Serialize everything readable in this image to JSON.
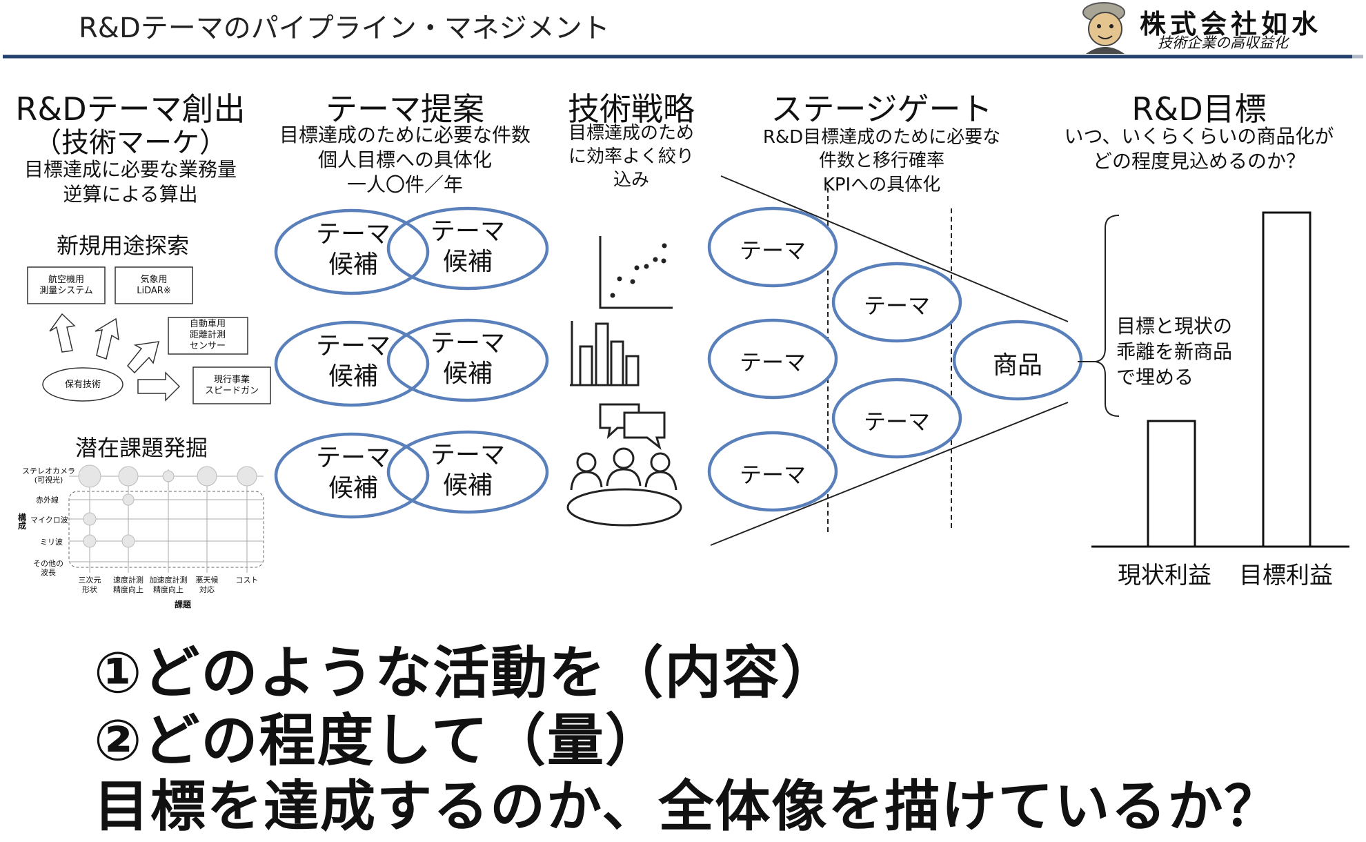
{
  "header": {
    "title": "R&Dテーマのパイプライン・マネジメント",
    "company_name": "株式会社如水",
    "company_tagline": "技術企業の高収益化",
    "accent_color": "#24406e",
    "ellipse_color": "#5a80bb"
  },
  "col_create": {
    "heading_line1": "R&Dテーマ創出",
    "heading_line2": "（技術マーケ）",
    "sub_line1": "目標達成に必要な業務量",
    "sub_line2": "逆算による算出",
    "explore_title": "新規用途探索",
    "boxes": [
      "航空機用\n測量システム",
      "気象用\nLiDAR※",
      "自動車用\n距離計測\nセンサー",
      "現行事業\nスピードガン"
    ],
    "core_tech": "保有技術",
    "latent_title": "潜在課題発掘",
    "matrix_rows": [
      "ステレオカメラ\n(可視光)",
      "赤外線",
      "マイクロ波",
      "ミリ波",
      "その他の\n波長"
    ],
    "matrix_row_axis": "構成",
    "matrix_cols": [
      "三次元\n形状",
      "速度計測\n精度向上",
      "加速度計測\n精度向上",
      "悪天候\n対応",
      "コスト"
    ],
    "matrix_col_axis": "課題"
  },
  "col_proposal": {
    "heading": "テーマ提案",
    "sub_line1": "目標達成のために必要な件数",
    "sub_line2": "個人目標への具体化",
    "sub_line3": "一人〇件／年",
    "candidate_label_1": "テーマ",
    "candidate_label_2": "候補"
  },
  "col_strategy": {
    "heading": "技術戦略",
    "sub_line1": "目標達成のため",
    "sub_line2": "に効率よく絞り",
    "sub_line3": "込み",
    "icons": [
      "scatter-plot-icon",
      "bar-chart-icon",
      "meeting-icon"
    ]
  },
  "col_stagegate": {
    "heading": "ステージゲート",
    "sub_line1": "R&D目標達成のために必要な",
    "sub_line2": "件数と移行確率",
    "sub_line3": "KPIへの具体化",
    "theme_label": "テーマ",
    "product_label": "商品"
  },
  "col_goal": {
    "heading": "R&D目標",
    "sub_line1": "いつ、いくらくらいの商品化が",
    "sub_line2": "どの程度見込めるのか？",
    "gap_line1": "目標と現状の",
    "gap_line2": "乖離を新商品",
    "gap_line3": "で埋める",
    "bar_current_label": "現状利益",
    "bar_target_label": "目標利益"
  },
  "bottom": {
    "line1": "①どのような活動を（内容）",
    "line2": "②どの程度して（量）",
    "line3": "目標を達成するのか、全体像を描けているか？"
  }
}
